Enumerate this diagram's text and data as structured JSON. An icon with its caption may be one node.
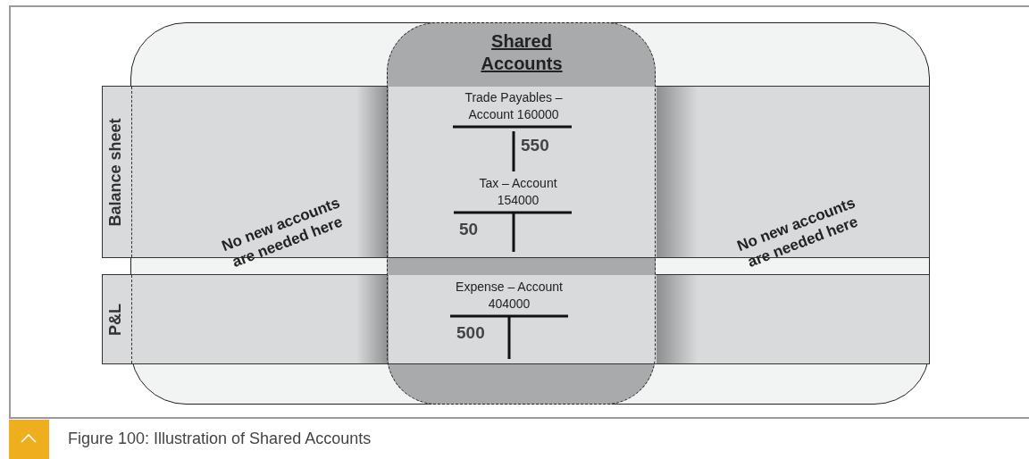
{
  "diagram": {
    "caption": "Figure 100: Illustration of Shared Accounts",
    "nodes": [
      {
        "text": [
          "Shared Accounts"
        ]
      },
      {
        "text": [
          "Balance sheet"
        ]
      },
      {
        "text": [
          "P&L"
        ]
      },
      {
        "text": [
          "Trade Payables – Account 160000",
          "550"
        ]
      },
      {
        "text": [
          "Tax – Account 154000",
          "50"
        ]
      },
      {
        "text": [
          "Expense – Account 404000",
          "500"
        ]
      }
    ],
    "labels": [
      "No new accounts are needed here",
      "No new accounts are needed here"
    ]
  }
}
